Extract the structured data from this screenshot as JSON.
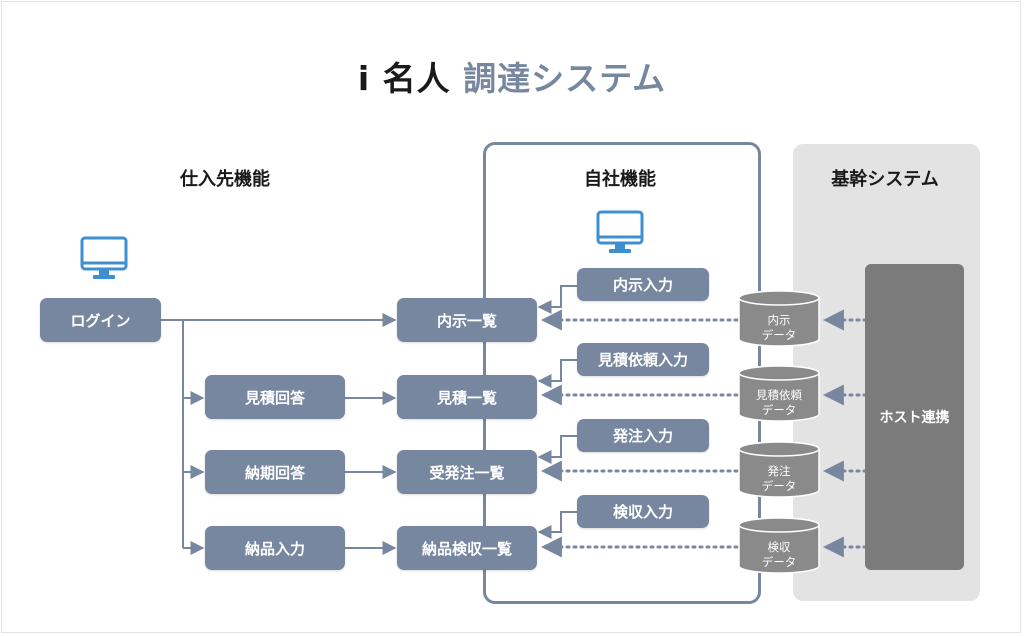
{
  "title": {
    "brand": "i 名人",
    "rest": "調達システム"
  },
  "sections": {
    "supplier": "仕入先機能",
    "own": "自社機能",
    "core": "基幹システム"
  },
  "supplier_boxes": {
    "login": "ログイン",
    "quote_reply": "見積回答",
    "delivery_reply": "納期回答",
    "delivery_input": "納品入力"
  },
  "list_boxes": {
    "informal_list": "内示一覧",
    "quote_list": "見積一覧",
    "order_list": "受発注一覧",
    "inspection_list": "納品検収一覧"
  },
  "input_boxes": {
    "informal_input": "内示入力",
    "quote_request_input": "見積依頼入力",
    "order_input": "発注入力",
    "inspection_input": "検収入力"
  },
  "databases": [
    {
      "line1": "内示",
      "line2": "データ"
    },
    {
      "line1": "見積依頼",
      "line2": "データ"
    },
    {
      "line1": "発注",
      "line2": "データ"
    },
    {
      "line1": "検収",
      "line2": "データ"
    }
  ],
  "host": "ホスト連携",
  "colors": {
    "box": "#7787a0",
    "line": "#7787a0",
    "host": "#7b7b7b",
    "core_panel": "#e3e3e3",
    "db": "#8a8a8a",
    "monitor": "#3c8fd0"
  }
}
